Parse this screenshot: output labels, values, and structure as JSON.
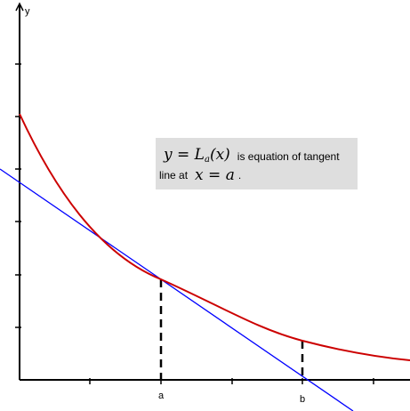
{
  "axes": {
    "y_label": "y",
    "x_tick_a": "a",
    "x_tick_b": "b"
  },
  "annotation": {
    "eq_lhs": "y",
    "eq_equals": " = ",
    "eq_fn": "L",
    "eq_sub": "a",
    "eq_arg": "(x)",
    "text1": "is equation of tangent",
    "text2": "line at",
    "x_var": "x",
    "x_equals": " = ",
    "x_val": "a",
    "period": "."
  },
  "colors": {
    "curve": "#cc0000",
    "tangent": "#0000ff",
    "axis": "#000000",
    "dashed": "#000000",
    "note_bg": "#dedede"
  },
  "chart_data": {
    "type": "line",
    "series": [
      {
        "kind": "decreasing convex curve"
      },
      {
        "kind": "tangent line at x = a"
      }
    ]
  }
}
